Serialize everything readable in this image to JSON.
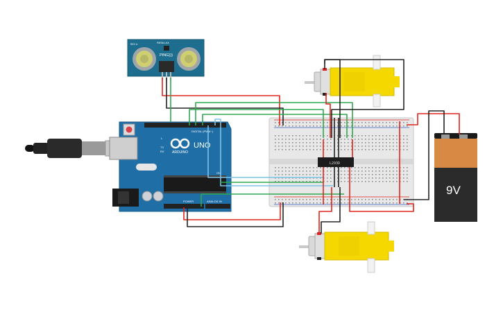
{
  "sensor": {
    "label_model": "PING)))",
    "label_brand": "PARALLAX",
    "label_rev": "REV A"
  },
  "arduino": {
    "brand": "ARDUINO",
    "model": "UNO",
    "digital_header": "DIGITAL (PWM~)",
    "power_header": "POWER",
    "analog_header": "ANALOG IN",
    "tx_label": "TX",
    "rx_label": "RX",
    "l_label": "L",
    "on_label": "ON"
  },
  "driver_chip": {
    "label": "L293D"
  },
  "battery": {
    "label": "9V"
  },
  "colors": {
    "wire_red": "#e0231b",
    "wire_black": "#222222",
    "wire_green": "#2fa84f",
    "wire_blue": "#7ec3e6",
    "arduino_board": "#1f6ea6",
    "sensor_board": "#1d6e8e",
    "motor_yellow": "#f5d800",
    "battery_orange": "#d88a45",
    "battery_black": "#2b2b2b"
  }
}
